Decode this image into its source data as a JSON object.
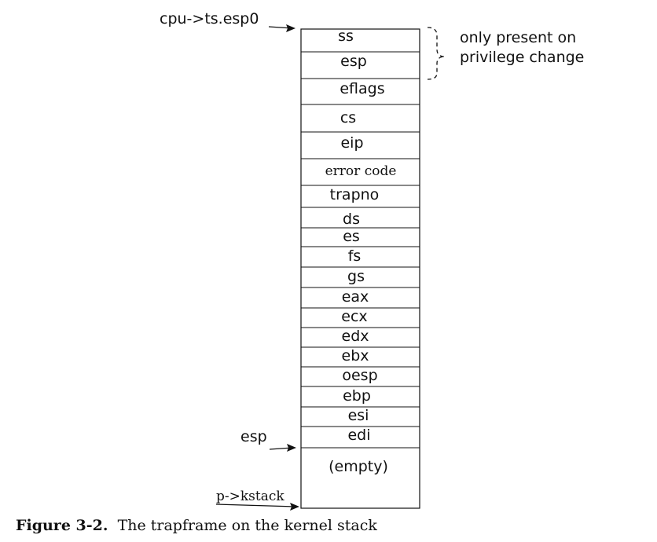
{
  "stack": {
    "fields": [
      {
        "label": "ss"
      },
      {
        "label": "esp"
      },
      {
        "label": "eflags"
      },
      {
        "label": "cs"
      },
      {
        "label": "eip"
      },
      {
        "label": "error code"
      },
      {
        "label": "trapno"
      },
      {
        "label": "ds"
      },
      {
        "label": "es"
      },
      {
        "label": "fs"
      },
      {
        "label": "gs"
      },
      {
        "label": "eax"
      },
      {
        "label": "ecx"
      },
      {
        "label": "edx"
      },
      {
        "label": "ebx"
      },
      {
        "label": "oesp"
      },
      {
        "label": "ebp"
      },
      {
        "label": "esi"
      },
      {
        "label": "edi"
      },
      {
        "label": "(empty)"
      }
    ]
  },
  "pointers": {
    "top": "cpu->ts.esp0",
    "esp": "esp",
    "bottom": "p->kstack"
  },
  "annotation": {
    "line1": "only present on",
    "line2": "privilege change"
  },
  "caption": {
    "label": "Figure 3-2.",
    "text": "The trapframe on the kernel stack"
  }
}
